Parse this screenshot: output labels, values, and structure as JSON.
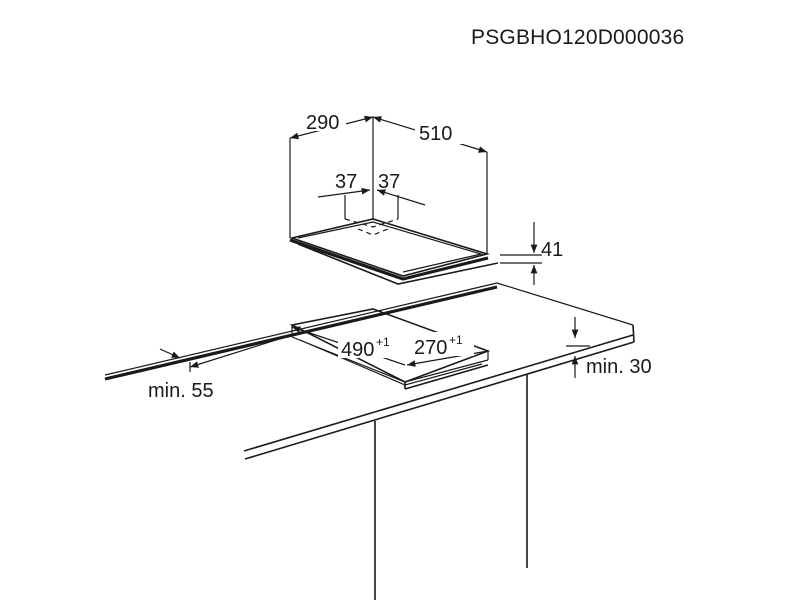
{
  "reference_code": "PSGBHO120D000036",
  "hob_dimensions": {
    "depth": "290",
    "width": "510",
    "offset_left": "37",
    "offset_right": "37",
    "height": "41"
  },
  "cutout": {
    "width": "490",
    "width_tolerance": "+1",
    "depth": "270",
    "depth_tolerance": "+1"
  },
  "clearances": {
    "front_edge": "min. 55",
    "below": "min. 30"
  }
}
